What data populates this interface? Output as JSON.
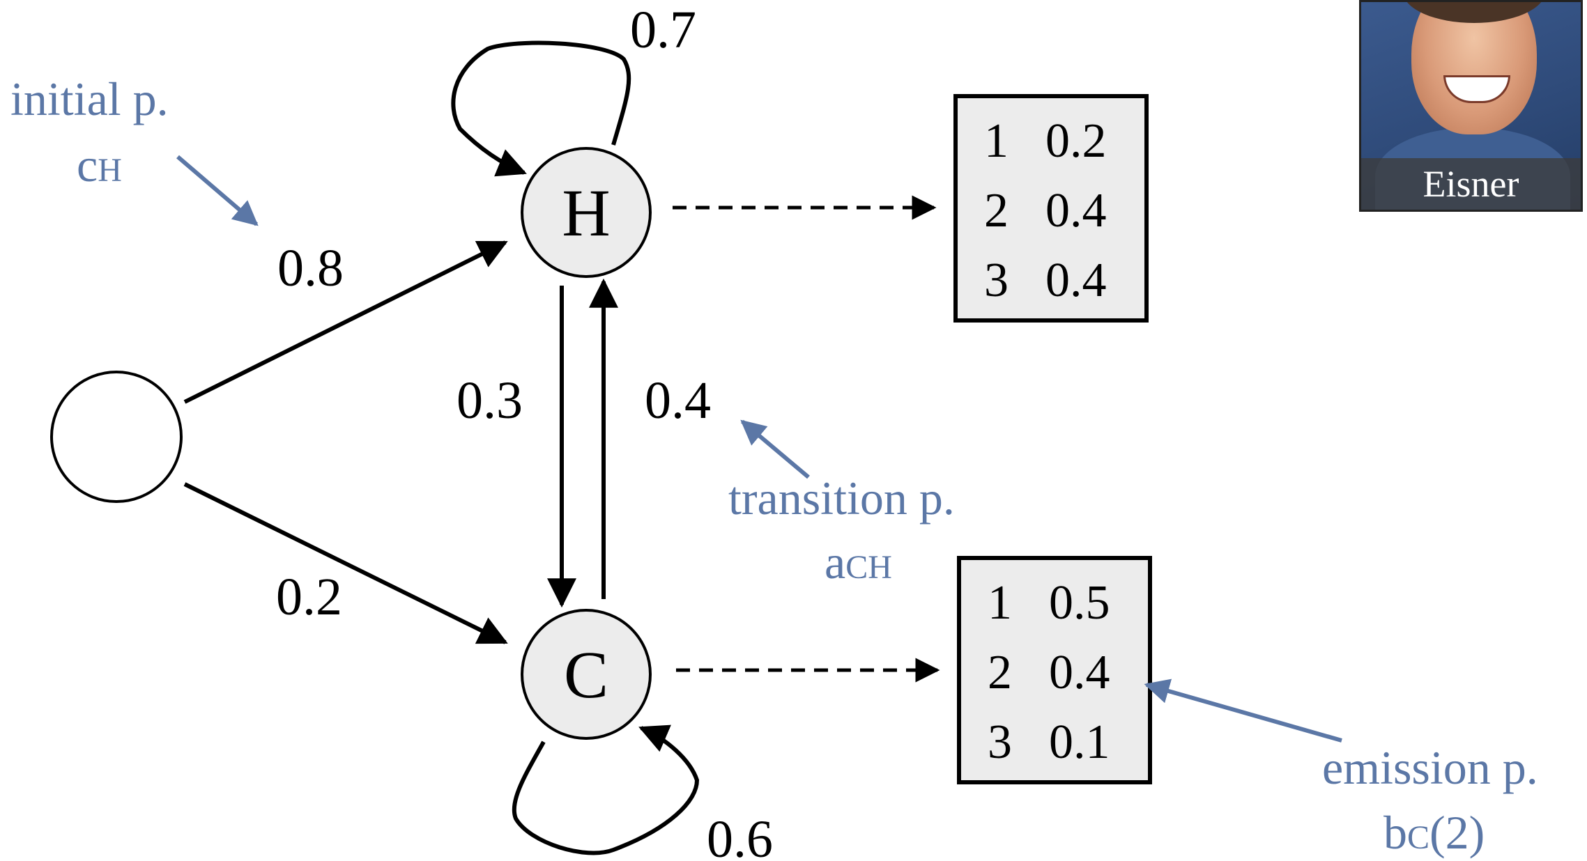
{
  "nodes": {
    "start": "",
    "hot": "H",
    "cold": "C"
  },
  "edges": {
    "start_to_hot": "0.8",
    "start_to_cold": "0.2",
    "hot_self": "0.7",
    "cold_self": "0.6",
    "hot_to_cold": "0.3",
    "cold_to_hot": "0.4"
  },
  "emissions": {
    "hot": [
      {
        "obs": "1",
        "prob": "0.2"
      },
      {
        "obs": "2",
        "prob": "0.4"
      },
      {
        "obs": "3",
        "prob": "0.4"
      }
    ],
    "cold": [
      {
        "obs": "1",
        "prob": "0.5"
      },
      {
        "obs": "2",
        "prob": "0.4"
      },
      {
        "obs": "3",
        "prob": "0.1"
      }
    ]
  },
  "annotations": {
    "initial": {
      "label": "initial p.",
      "symbol": "c",
      "subscript": "H"
    },
    "transition": {
      "label": "transition p.",
      "symbol": "a",
      "subscript": "CH"
    },
    "emission": {
      "label": "emission p.",
      "symbol": "b",
      "subscript": "C",
      "suffix": "(2)"
    }
  },
  "photo": {
    "caption": "Eisner"
  },
  "colors": {
    "annotation": "#5b77a6",
    "node_fill": "#ececec",
    "line": "#000000"
  }
}
